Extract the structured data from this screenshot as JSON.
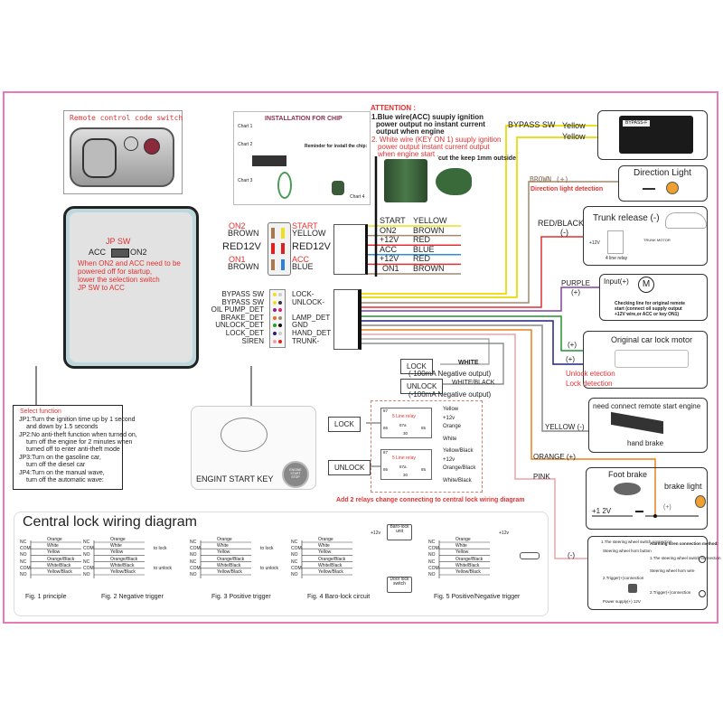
{
  "remote": {
    "title": "Remote control code switch"
  },
  "module": {
    "jp_title": "JP SW",
    "jp_left": "ACC",
    "jp_right": "ON2",
    "note": [
      "When ON2 and ACC need to be",
      "powered off for startup,",
      "lower the selection switch",
      "JP SW to ACC"
    ]
  },
  "chip": {
    "title": "INSTALLATION FOR CHIP",
    "chart1": "Chart 1",
    "chart2": "Chart 2",
    "chart3": "Chart 3",
    "chart4": "Chart 4",
    "reminder": "Reminder for install the chip:"
  },
  "attention": {
    "title": "ATTENTION :",
    "line1": [
      "1.Blue wire(ACC) suupiy ignition",
      "power output no instant current",
      "output when engine"
    ],
    "line2": [
      "2. White wire (KEY ON 1) suuply ignition",
      "power output instant current output",
      "when engine start ."
    ],
    "cut": "cut the keep 1mm outside"
  },
  "ignition_wires": [
    {
      "pin": "START",
      "color": "YELLOW",
      "hex": "#e8e020"
    },
    {
      "pin": "ON2",
      "color": "BROWN",
      "hex": "#a08870"
    },
    {
      "pin": "+12V",
      "color": "RED",
      "hex": "#e03030"
    },
    {
      "pin": "ACC",
      "color": "BLUE",
      "hex": "#2a90e0"
    },
    {
      "pin": "+12V",
      "color": "RED",
      "hex": "#e03030"
    },
    {
      "pin": "ON1",
      "color": "BROWN",
      "hex": "#a08870"
    }
  ],
  "six_pin": {
    "left": [
      {
        "name": "ON2",
        "color": "BROWN"
      },
      {
        "name": "",
        "color": "RED12V"
      },
      {
        "name": "ON1",
        "color": "BROWN"
      }
    ],
    "right": [
      {
        "name": "START",
        "color": "YELLOW"
      },
      {
        "name": "",
        "color": "RED12V"
      },
      {
        "name": "ACC",
        "color": "BLUE"
      }
    ]
  },
  "sixteen_pin": {
    "left": [
      "BYPASS SW",
      "BYPASS SW",
      "OIL PUMP_DET",
      "BRAKE_DET",
      "UNLOCK_DET",
      "LOCK_DET",
      "SIREN"
    ],
    "right": [
      "LOCK-",
      "UNLOCK-",
      "",
      "LAMP_DET",
      "GND",
      "HAND_DET",
      "TRUNK-"
    ]
  },
  "bypass": {
    "label": "BYPASS SW",
    "wire1": "Yellow",
    "wire2": "Yellow",
    "module_text": "BYPASS-F"
  },
  "direction": {
    "title": "Direction Light",
    "wire": "BROWN (+)",
    "note": "Direction light detection"
  },
  "trunk": {
    "title": "Trunk release (-)",
    "wire": "RED/BLACK",
    "polarity": "(-)",
    "relay": "4 line relay",
    "motor": "TRUNK MOTOR",
    "plus": "+12V"
  },
  "input": {
    "title": "Input(+)",
    "motor": "M",
    "wire": "PURPLE",
    "polarity": "(+)",
    "note": [
      "Checking line for original remote",
      "start (connect oil supply output",
      "+12V wire,or ACC or key ON1)"
    ]
  },
  "lock_motor": {
    "title": "Original car lock motor",
    "plus1": "(+)",
    "plus2": "(+)",
    "unlock": "Unlock etection",
    "lock": "Lock detection"
  },
  "hand_brake": {
    "title": "need connect remote start engine",
    "label": "hand brake",
    "wire": "YELLOW (-)"
  },
  "foot_brake": {
    "title": "Foot brake",
    "light": "brake light",
    "voltage": "+1 2V",
    "polarity": "(+)",
    "wire": "ORANGE (+)"
  },
  "siren": {
    "wire": "PINK",
    "polarity": "(-)",
    "title": "Alarming siren connection method:",
    "opt1": "1.The steering wheel switch connection",
    "opt2": "2.Trigger(+)connection",
    "sw_title": "1.The steering wheel switch connection",
    "horn_button": "Steering wheel horn button",
    "horn_wire": "Steering wheel horn wire",
    "trigger": "2.Trigger(+)connection",
    "power": "Power supply(+) 12V"
  },
  "outputs": {
    "lock": "LOCK",
    "lock_wire": "WHITE",
    "lock_note": "(-100mA Negative output)",
    "unlock": "UNLOCK",
    "unlock_wire": "WHITE/BLACK",
    "unlock_note": "(-100mA Negative output)"
  },
  "relays": {
    "lock_in": "LOCK",
    "unlock_in": "UNLOCK",
    "name": "5 Line relay",
    "r1": {
      "p87": "87",
      "p86": "86",
      "p87a": "87a",
      "p85": "85",
      "p30": "30",
      "w87": "Yellow",
      "w85": "+12v",
      "w87a": "Orange",
      "w30": "White"
    },
    "r2": {
      "p87": "87",
      "p86": "86",
      "p87a": "87a",
      "p85": "85",
      "p30": "30",
      "w87": "Yellow/Black",
      "w85": "+12v",
      "w87a": "Orange/Black",
      "w30": "White/Black"
    },
    "caption": "Add 2 relays change connecting to central lock wiring diagram"
  },
  "select": {
    "title": "Select function",
    "items": [
      [
        "JP1:Turn the ignition time up by 1 second",
        "and down by 1.5 seconds"
      ],
      [
        "JP2:No anti-theft function when turned on,",
        "turn off the engine for 2 minutes when",
        "turned off to enter anti-theft mode"
      ],
      [
        "JP3:Turn on the gasoline car,",
        "turn off the diesel car"
      ],
      [
        "JP4:Turn on the manual wave,",
        "turn off the automatic wave:"
      ]
    ]
  },
  "start_key": {
    "title": "ENGINT START KEY",
    "button": [
      "ENGINE",
      "START",
      "STOP"
    ]
  },
  "central_lock": {
    "title": "Central lock wiring diagram",
    "terminals": [
      "NC",
      "COM",
      "NO",
      "NC",
      "COM",
      "NO"
    ],
    "wires": [
      "Orange",
      "White",
      "Yellow",
      "Orange/Black",
      "White/Black",
      "Yellow/Black"
    ],
    "to_lock": "to lock",
    "to_unlock": "to unlock",
    "plus12": "+12v",
    "baro_unit": "Baro-lock unit",
    "door_switch": "Door lock switch",
    "figs": [
      "Fig. 1 principle",
      "Fig. 2  Negative trigger",
      "Fig. 3  Positive trigger",
      "Fig. 4  Baro-lock circuit",
      "Fig. 5  Positive/Negative trigger"
    ]
  },
  "colors": {
    "frame": "#e87ab8",
    "alert": "#e53030",
    "yellow": "#e8e020",
    "brown": "#a08870",
    "red": "#e03030",
    "purple": "#8040a0",
    "green": "#209030",
    "navy": "#202080",
    "gray": "#888888",
    "orange": "#e88020",
    "pink": "#f0a0a8",
    "white_wire": "#999999"
  }
}
